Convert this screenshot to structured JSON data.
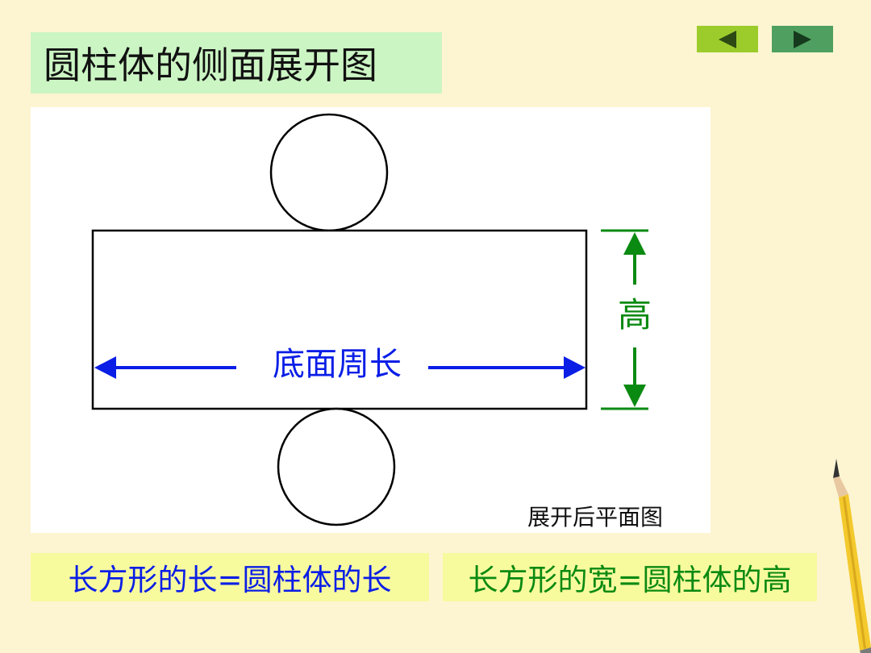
{
  "title": "圆柱体的侧面展开图",
  "nav": {
    "prev_icon": "triangle-left-icon",
    "next_icon": "triangle-right-icon"
  },
  "diagram": {
    "rect_label": "底面周长",
    "height_label": "高",
    "caption": "展开后平面图"
  },
  "equations": [
    "长方形的长=圆柱体的长",
    "长方形的宽=圆柱体的高"
  ],
  "colors": {
    "background": "#fdf5d2",
    "title_bg": "#ccf5c4",
    "blue": "#0a1ee6",
    "green": "#0b8a12",
    "eq_bg": "#f8fa9e"
  }
}
